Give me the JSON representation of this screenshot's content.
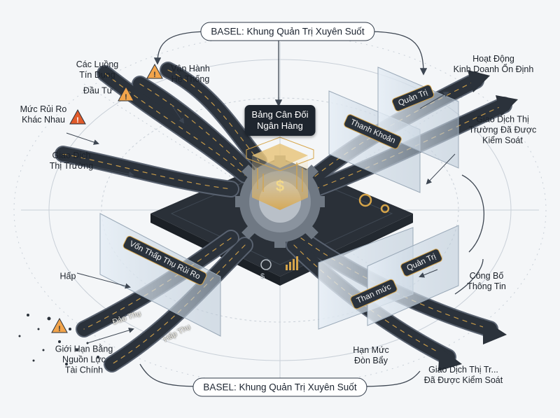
{
  "header_banner": "BASEL: Khung Quản Trị Xuyên Suốt",
  "footer_banner": "BASEL: Khung Quản Trị Xuyên Suốt",
  "center_title": [
    "Bảng Cân Đối",
    "Ngân Hàng"
  ],
  "left_labels": {
    "credit_flows": [
      "Các Luồng",
      "Tín Dụng"
    ],
    "investment": "Đầu Tư",
    "risk_levels": [
      "Mức Rủi Ro",
      "Khác Nhau"
    ],
    "market_trading": [
      "Giao Dịch",
      "Thị Trường"
    ],
    "system_ops": [
      "Vận Hành",
      "Hệ Thống"
    ],
    "absorb": "Hấp",
    "limit": [
      "Giới Hạn Bằng",
      "Nguồn Lực",
      "Tài Chính"
    ]
  },
  "right_labels": {
    "stable_business": [
      "Hoạt Động",
      "Kinh Doanh Ổn Định"
    ],
    "controlled_trading": [
      "Giao Dịch Thị",
      "Trường Đã Được",
      "Kiểm Soát"
    ],
    "disclosure": [
      "Công Bố",
      "Thông Tin"
    ],
    "leverage_limit": [
      "Hạn Mức",
      "Đòn Bẩy"
    ],
    "controlled_trading_bottom": [
      "Giao Dịch Thị Tr...",
      "Đã Được Kiểm Soát"
    ]
  },
  "gate_tags": {
    "top_front": "Quản Trị",
    "top_back": "Thanh Khoản",
    "bottom_front": "Quản Trị",
    "bottom_back": "Than mức",
    "left_panel": "Vốn Thấp Thụ Rủi Ro"
  },
  "road_text": {
    "absorb_1": "Đảo Thụ",
    "absorb_2": "Hấp Thụ"
  },
  "colors": {
    "road": "#2b323b",
    "road_edge": "#596270",
    "accent_gold": "#d6a54a",
    "warning": "#e05a2a",
    "background": "#f4f6f8",
    "glass": "#c9d6e2"
  },
  "icons": [
    "warning-triangle-icon",
    "gear-icon",
    "dollar-icon",
    "bar-chart-icon",
    "arrow-icon"
  ]
}
